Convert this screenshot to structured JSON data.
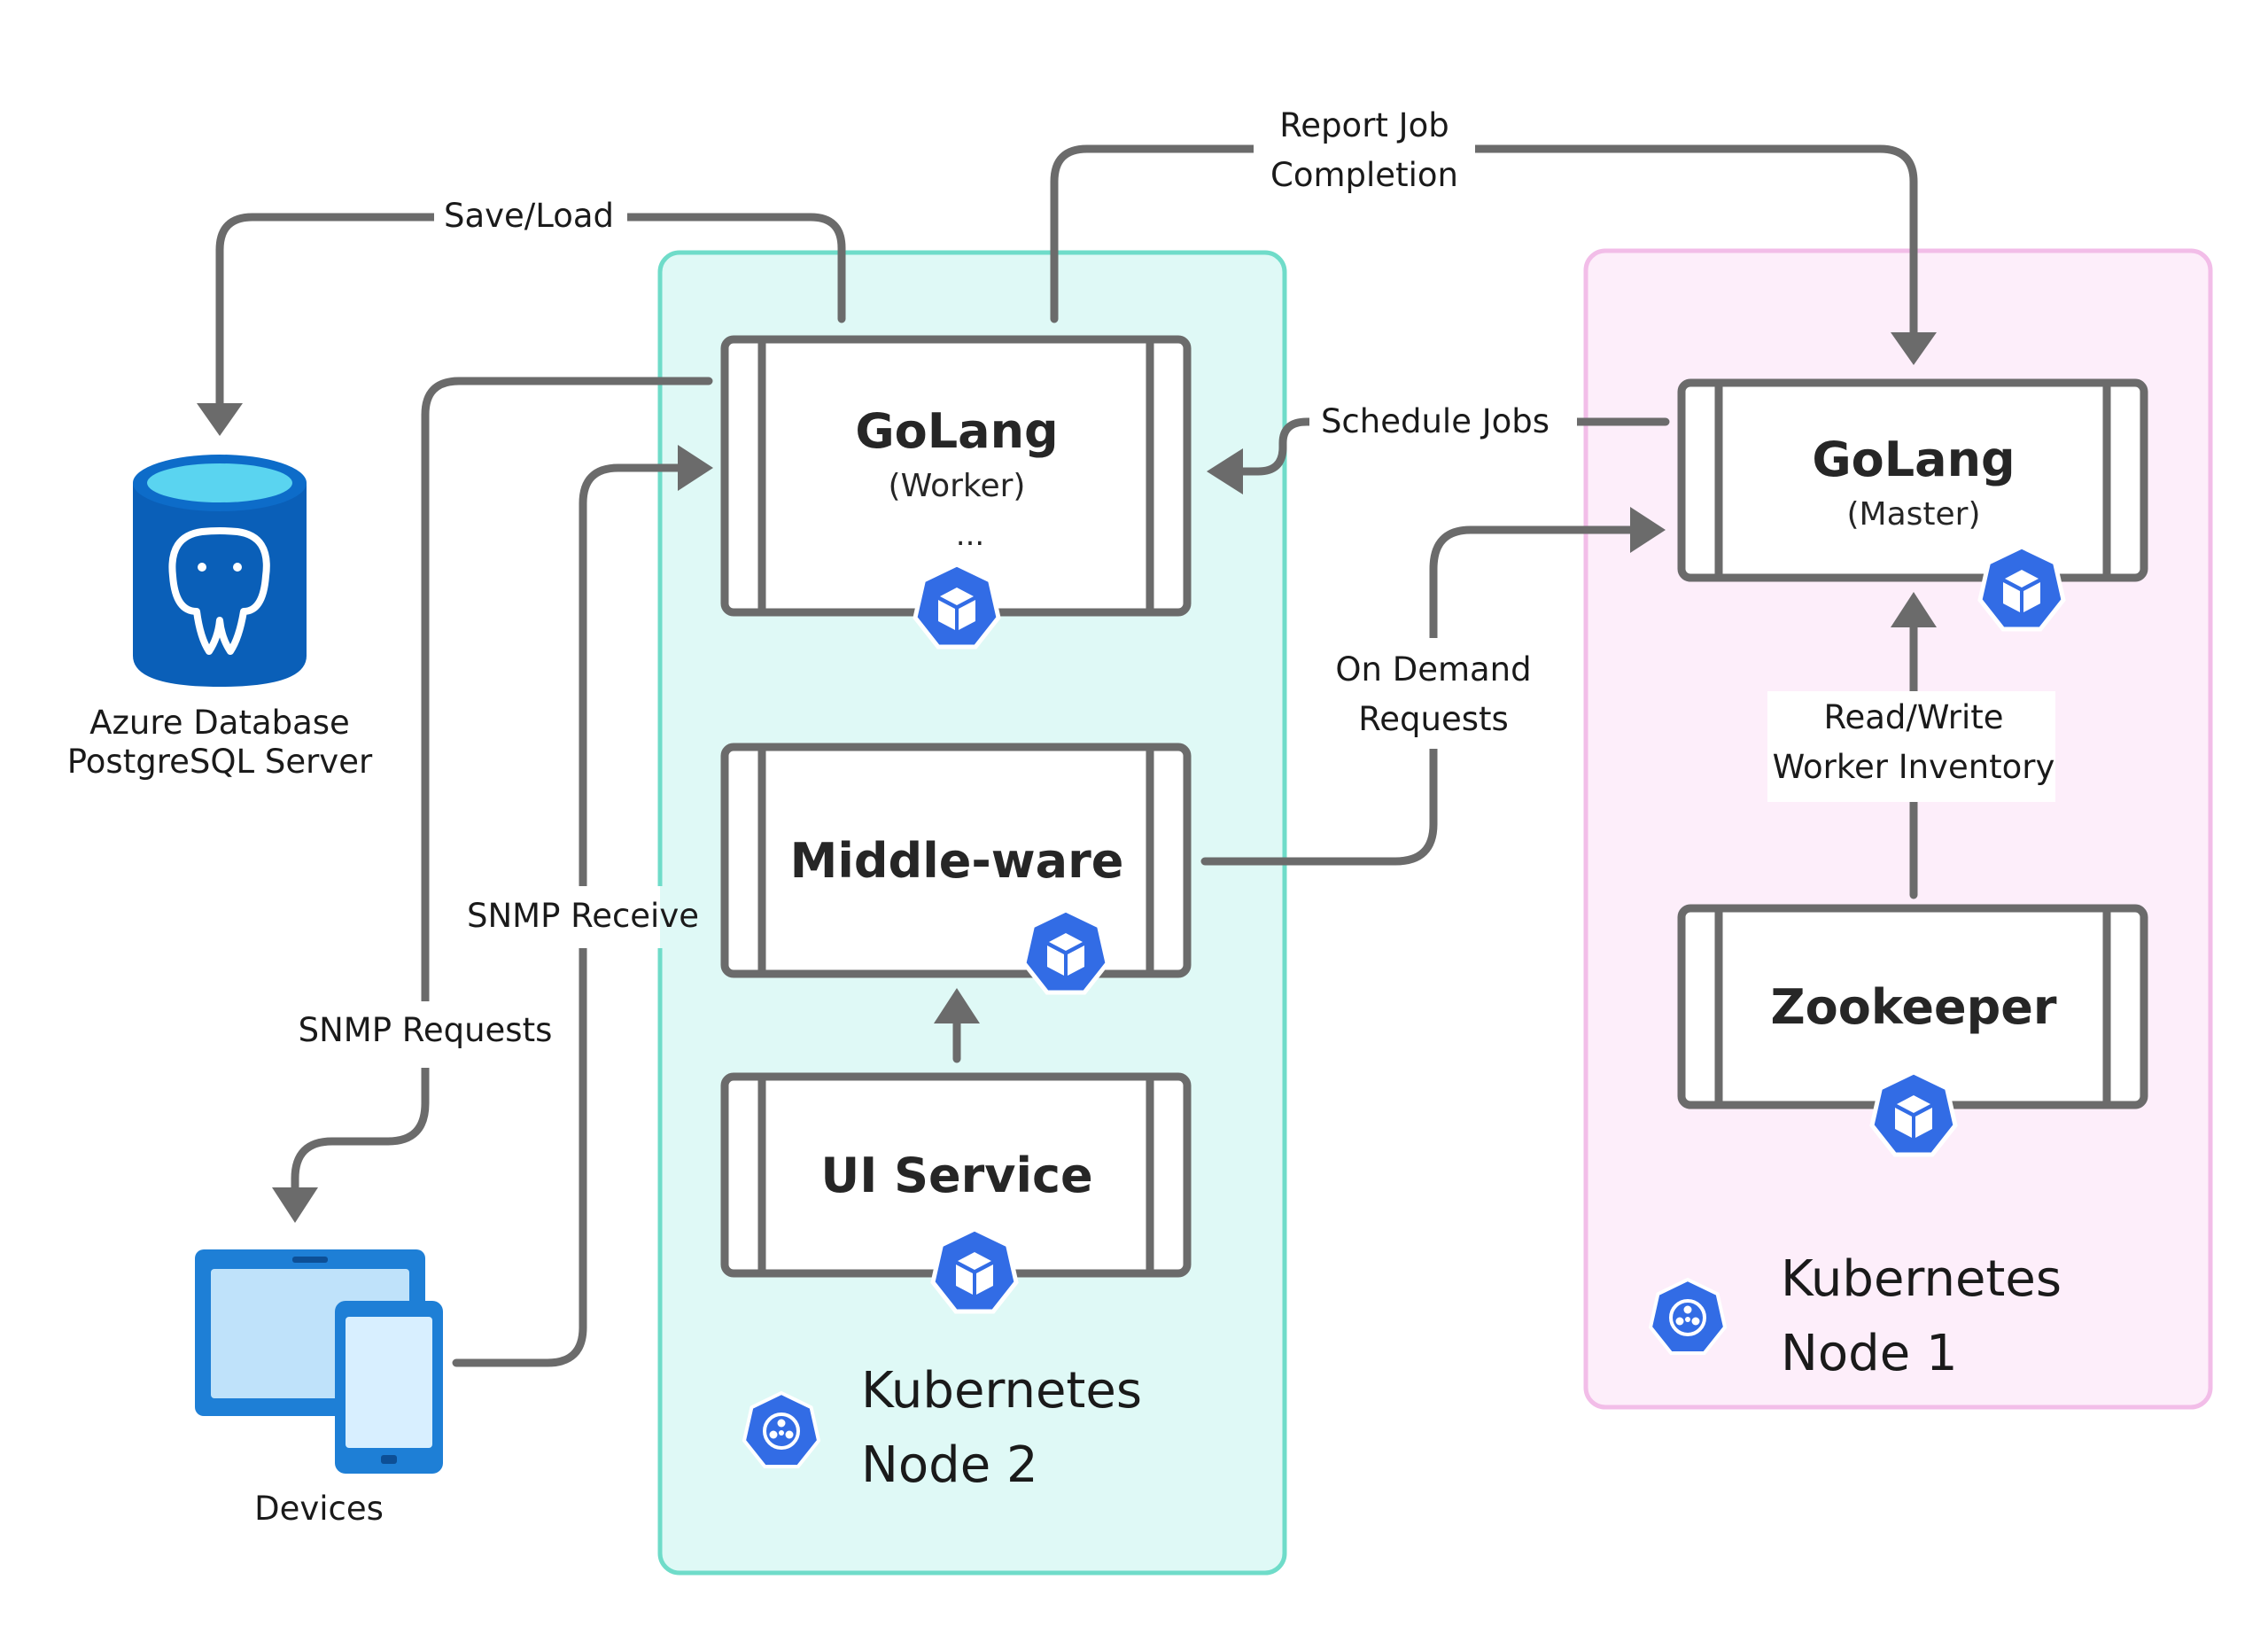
{
  "colors": {
    "node2_fill": "#dff9f6",
    "node2_border": "#6fdcc9",
    "node1_fill": "#fdeefa",
    "node1_border": "#f2bde8",
    "connector": "#6b6b6b",
    "k8s_blue": "#326ce5",
    "db_blue": "#0a5fb8",
    "db_top": "#5ad4f0",
    "device_blue": "#1e7fd6"
  },
  "icons": {
    "database": "postgresql-database-icon",
    "devices": "tablet-phone-devices-icon",
    "pod": "kubernetes-pod-cube-icon",
    "node": "kubernetes-node-icon"
  },
  "database": {
    "line1": "Azure Database",
    "line2": "PostgreSQL Server"
  },
  "devices": {
    "label": "Devices"
  },
  "node2": {
    "line1": "Kubernetes",
    "line2": "Node 2",
    "worker": {
      "title": "GoLang",
      "subtitle": "(Worker)",
      "more": "..."
    },
    "middleware": {
      "title": "Middle-ware"
    },
    "ui_service": {
      "title": "UI Service"
    }
  },
  "node1": {
    "line1": "Kubernetes",
    "line2": "Node 1",
    "master": {
      "title": "GoLang",
      "subtitle": "(Master)"
    },
    "zookeeper": {
      "title": "Zookeeper"
    }
  },
  "edges": {
    "save_load": "Save/Load",
    "report_line1": "Report Job",
    "report_line2": "Completion",
    "schedule_jobs": "Schedule Jobs",
    "on_demand_line1": "On Demand",
    "on_demand_line2": "Requests",
    "read_write_line1": "Read/Write",
    "read_write_line2": "Worker Inventory",
    "snmp_receive": "SNMP Receive",
    "snmp_requests": "SNMP Requests"
  }
}
